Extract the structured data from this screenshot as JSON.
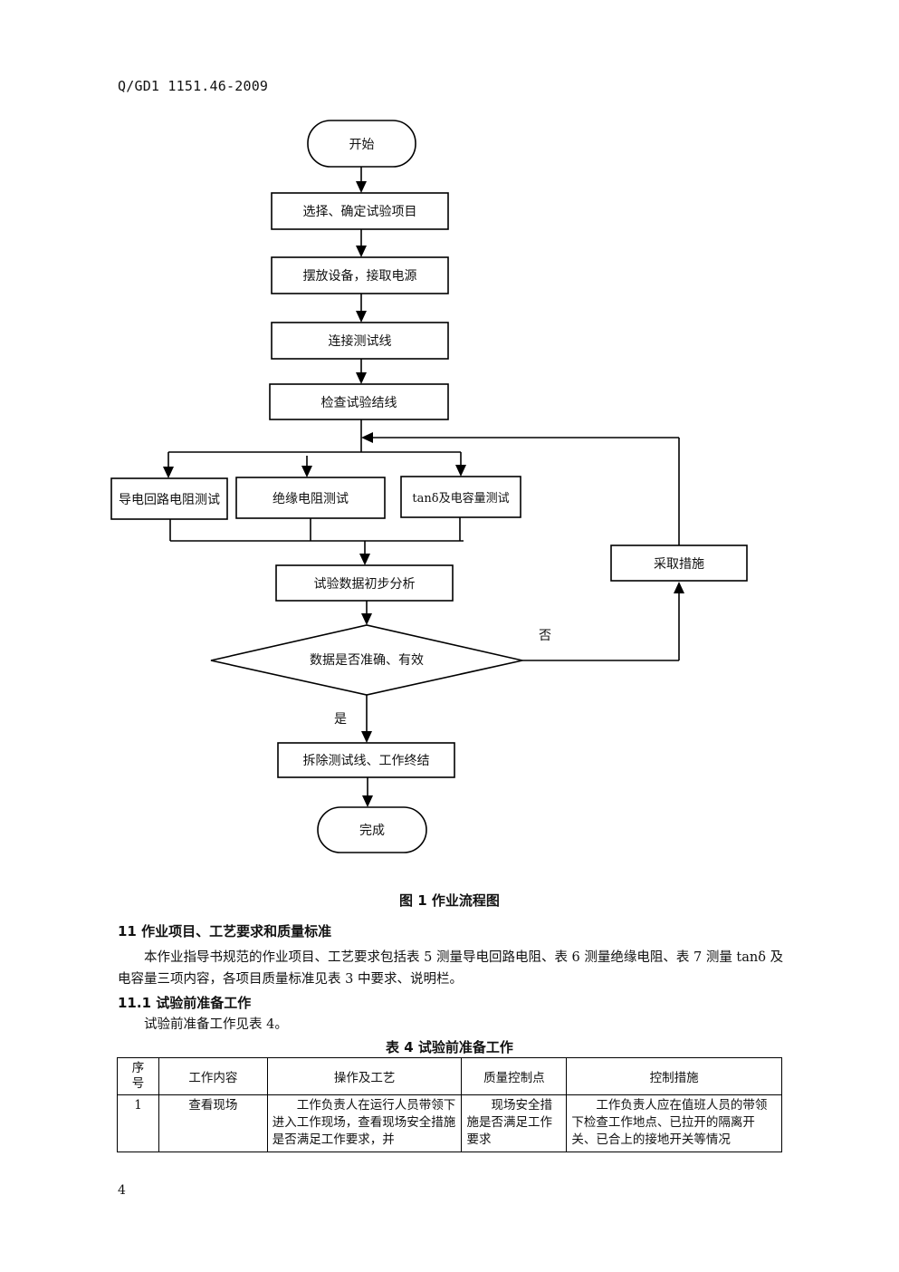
{
  "header": {
    "doc_code": "Q/GD1 1151.46-2009"
  },
  "flowchart": {
    "start": "开始",
    "steps": [
      "选择、确定试验项目",
      "摆放设备，接取电源",
      "连接测试线",
      "检查试验结线"
    ],
    "tests": [
      "导电回路电阻测试",
      "绝缘电阻测试",
      "tanδ及电容量测试"
    ],
    "analysis": "试验数据初步分析",
    "decision": "数据是否准确、有效",
    "no_label": "否",
    "yes_label": "是",
    "remedy": "采取措施",
    "finish_step": "拆除测试线、工作终结",
    "end": "完成"
  },
  "figure_caption": "图 1  作业流程图",
  "section_11": {
    "heading": "11  作业项目、工艺要求和质量标准",
    "paragraph": "本作业指导书规范的作业项目、工艺要求包括表 5 测量导电回路电阻、表 6 测量绝缘电阻、表 7 测量 tanδ 及电容量三项内容，各项目质量标准见表 3 中要求、说明栏。"
  },
  "section_11_1": {
    "heading": "11.1  试验前准备工作",
    "paragraph": "试验前准备工作见表 4。"
  },
  "table4": {
    "caption": "表 4  试验前准备工作",
    "headers": [
      "序号",
      "工作内容",
      "操作及工艺",
      "质量控制点",
      "控制措施"
    ],
    "rows": [
      {
        "no": "1",
        "content": "查看现场",
        "operation": "工作负责人在运行人员带领下进入工作现场，查看现场安全措施是否满足工作要求，并",
        "quality_point": "现场安全措施是否满足工作要求",
        "measures": "工作负责人应在值班人员的带领下检查工作地点、已拉开的隔离开关、已合上的接地开关等情况"
      }
    ]
  },
  "page_number": "4"
}
